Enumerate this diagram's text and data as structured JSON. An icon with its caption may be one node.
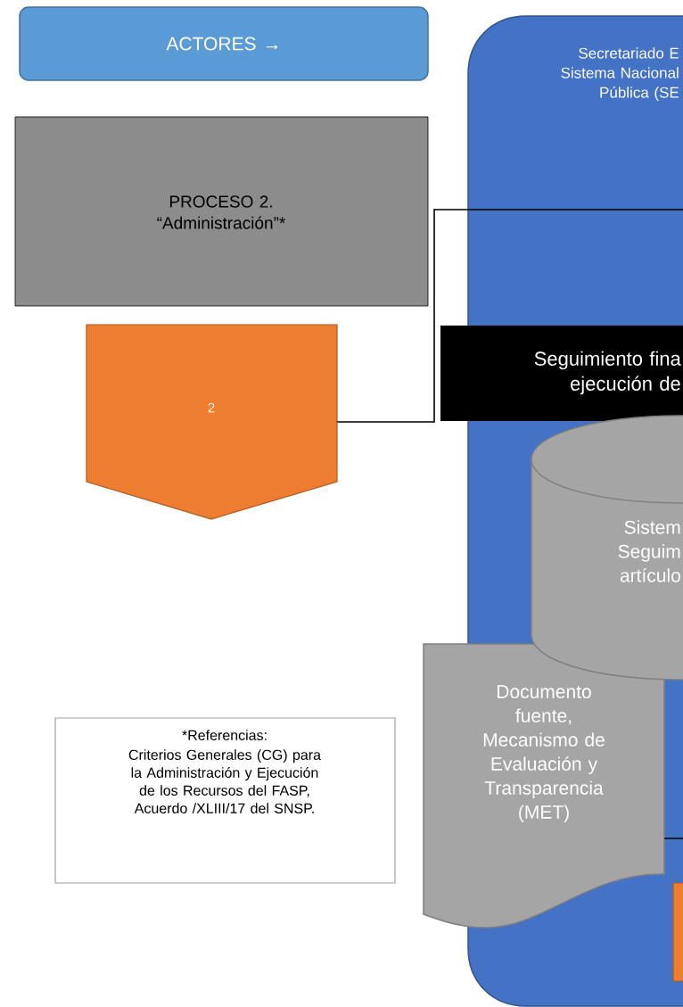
{
  "diagram": {
    "nodes": [
      {
        "text": [
          "ACTORES →"
        ]
      },
      {
        "text": [
          "PROCESO 2. “Administración”*"
        ]
      },
      {
        "text": [
          "2"
        ]
      },
      {
        "text": [
          "Secretariado E Sistema Nacional Pública (SE"
        ]
      },
      {
        "text": [
          "Seguimiento fina ejecución de"
        ]
      },
      {
        "text": [
          "Sistem Seguim artículo"
        ],
        "in": 3
      },
      {
        "text": [
          "Documento fuente, Mecanismo de Evaluación y Transparencia (MET)"
        ]
      },
      {
        "text": [],
        "shape": "box",
        "in": 3
      },
      {
        "text": [
          "*Referencias:",
          "Criterios Generales (CG) para la Administración y Ejecución de los Recursos del FASP, Acuerdo /XLIII/17 del SNSP."
        ]
      }
    ],
    "edges": [
      {
        "from": 2,
        "to": 3,
        "arrow": "none"
      },
      {
        "from": 6,
        "to": 3,
        "arrow": "none"
      }
    ]
  }
}
